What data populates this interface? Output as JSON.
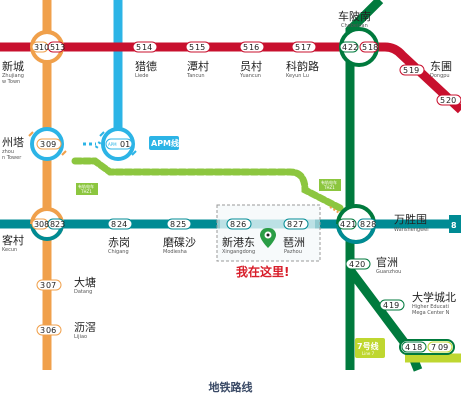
{
  "caption": "地铁路线",
  "stations": {
    "xincheng": {
      "cn": "新城",
      "py1": "Zhujiang",
      "py2": "w Town",
      "codes": [
        "3",
        "10",
        "5",
        "13"
      ]
    },
    "liede": {
      "cn": "猎德",
      "py": "Liede",
      "code": [
        "5",
        "14"
      ]
    },
    "tancun": {
      "cn": "潭村",
      "py": "Tancun",
      "code": [
        "5",
        "15"
      ]
    },
    "yuancun": {
      "cn": "员村",
      "py": "Yuancun",
      "code": [
        "5",
        "16"
      ]
    },
    "keyunlu": {
      "cn": "科韵路",
      "py": "Keyun Lu",
      "code": [
        "5",
        "17"
      ]
    },
    "chebeinan": {
      "cn": "车陂南",
      "py": "Chebeinan",
      "codes": [
        "4",
        "22",
        "5",
        "18"
      ]
    },
    "dongpu": {
      "cn": "东圃",
      "py": "Dongpu",
      "code": [
        "5",
        "19"
      ]
    },
    "r5_20": {
      "code": [
        "5",
        "20"
      ]
    },
    "guangzhouta": {
      "cn": "州塔",
      "py1": "zhou",
      "py2": "n Tower",
      "code": [
        "3",
        "09"
      ]
    },
    "apm01": {
      "code": [
        "APM",
        "01"
      ]
    },
    "apm_tag": "APM线",
    "kecun": {
      "cn": "客村",
      "py": "Kecun",
      "codes": [
        "3",
        "08",
        "8",
        "23"
      ]
    },
    "chigang": {
      "cn": "赤岗",
      "py": "Chigang",
      "code": [
        "8",
        "24"
      ]
    },
    "modiesha": {
      "cn": "磨碟沙",
      "py": "Modiesha",
      "code": [
        "8",
        "25"
      ]
    },
    "xingangdong": {
      "cn": "新港东",
      "py": "Xingangdong",
      "code": [
        "8",
        "26"
      ]
    },
    "pazhou": {
      "cn": "琶洲",
      "py": "Pazhou",
      "code": [
        "8",
        "27"
      ]
    },
    "wanshengwei": {
      "cn": "万胜围",
      "py": "Wanshengwei",
      "codes": [
        "4",
        "21",
        "8",
        "28"
      ],
      "edge": "8"
    },
    "datang": {
      "cn": "大塘",
      "py": "Datang",
      "code": [
        "3",
        "07"
      ]
    },
    "lijiao": {
      "cn": "沥滘",
      "py": "Lijiao",
      "code": [
        "3",
        "06"
      ]
    },
    "guanzhou": {
      "cn": "官洲",
      "py": "Guanzhou",
      "code": [
        "4",
        "20"
      ]
    },
    "daxuecheng": {
      "cn": "大学城北",
      "py1": "Higher Educati",
      "py2": "Mega Center N",
      "code": [
        "4",
        "19"
      ]
    },
    "bottom_int": {
      "codes": [
        "4",
        "18",
        "7",
        "09"
      ]
    }
  },
  "tram_labels": [
    "有轨电车",
    "THZ1"
  ],
  "line7_tag": {
    "cn": "7号线",
    "en": "Line 7"
  },
  "here_text": "我在这里!",
  "colors": {
    "line3": "#f0a04b",
    "line5": "#c8102e",
    "line4": "#007a3d",
    "line8": "#008b94",
    "apm": "#2cb4e6",
    "tram": "#8cc63f",
    "here_pin": "#2a9d45"
  }
}
